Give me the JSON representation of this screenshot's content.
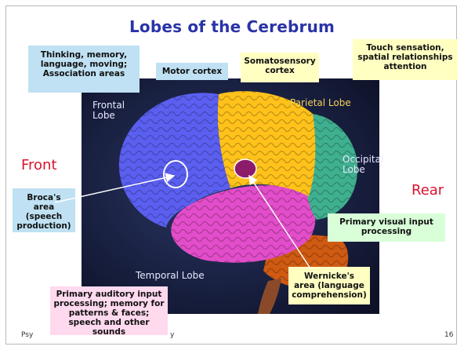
{
  "title": "Lobes of the Cerebrum",
  "lobes": {
    "frontal_line1": "Frontal",
    "frontal_line2": "Lobe",
    "parietal": "Parietal Lobe",
    "occipital_line1": "Occipital",
    "occipital_line2": "Lobe",
    "temporal": "Temporal Lobe"
  },
  "side_labels": {
    "front": "Front",
    "rear": "Rear"
  },
  "callouts": {
    "thinking_line1": "Thinking, memory,",
    "thinking_line2": "language, moving;",
    "thinking_line3": "Association areas",
    "motor": "Motor cortex",
    "somato_line1": "Somatosensory",
    "somato_line2": "cortex",
    "touch_line1": "Touch sensation,",
    "touch_line2": "spatial relationships",
    "touch_line3": "attention",
    "broca_line1": "Broca's area",
    "broca_line2": "(speech",
    "broca_line3": "production)",
    "visual_line1": "Primary visual input",
    "visual_line2": "processing",
    "wernicke_line1": "Wernicke's",
    "wernicke_line2": "area (language",
    "wernicke_line3": "comprehension)",
    "auditory_line1": "Primary auditory input",
    "auditory_line2": "processing; memory for",
    "auditory_line3": "patterns & faces;",
    "auditory_line4": "speech and other sounds"
  },
  "footer": {
    "left": "Psy",
    "right_fragment": "y",
    "page_number": "16"
  },
  "colors": {
    "title": "#2a33a7",
    "frontal": "#5a5ff0",
    "parietal": "#ffc21a",
    "occipital": "#3fb08f",
    "temporal": "#e24dc9",
    "cerebellum": "#cf5a12",
    "background_panel": "#1a2040",
    "side_words": "#d8122f"
  }
}
